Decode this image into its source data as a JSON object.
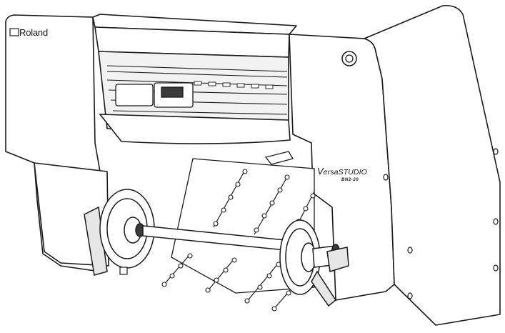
{
  "brand": {
    "logo_text": "Roland"
  },
  "model": {
    "lead_letter": "V",
    "name_rest": "ersaSTUDIO",
    "sub": "BN2-20"
  },
  "colors": {
    "line": "#1a1a1a",
    "body": "#ffffff",
    "shade": "#e6e6e6",
    "dark": "#3a3a3a"
  }
}
